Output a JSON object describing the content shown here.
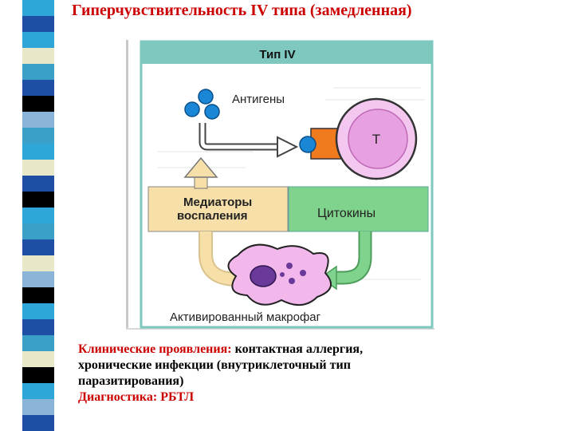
{
  "title": "Гиперчувствительность  IV  типа (замедленная)",
  "colors": {
    "title_red": "#cc0000",
    "header_teal": "#7fc8bf",
    "mediator_box": "#f6dfa8",
    "cytokine_box": "#7fd38c",
    "t_cell": "#f3c7ef",
    "antigen_blue": "#1a86d6",
    "receptor_orange": "#f07a1e",
    "macrophage": "#f2b8ec",
    "stripe": [
      "#2ea7d8",
      "#1f4fa5",
      "#000000",
      "#e8e8c8",
      "#3aa0c8",
      "#8ab4d8"
    ]
  },
  "diagram": {
    "header": "Тип IV",
    "antigens_label": "Антигены",
    "t_cell_label": "Т",
    "mediators_line1": "Медиаторы",
    "mediators_line2": "воспаления",
    "cytokines_label": "Цитокины",
    "macrophage_label": "Активированный макрофаг"
  },
  "caption": {
    "clinical_label": "Клинические  проявления:",
    "clinical_text_1": "контактная  аллергия,",
    "clinical_text_2": "хронические  инфекции (внутриклеточный  тип",
    "clinical_text_3": "паразитирования)",
    "diagnostics_label": "Диагностика:",
    "diagnostics_value": "РБТЛ"
  }
}
